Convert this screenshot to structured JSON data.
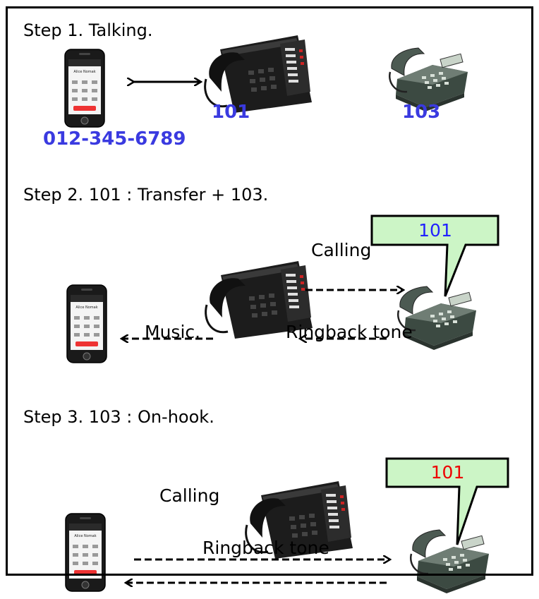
{
  "steps": {
    "step1": "Step 1. Talking.",
    "step2": "Step 2. 101 : Transfer  + 103.",
    "step3": "Step 3. 103 : On-hook."
  },
  "labels": {
    "ext_101": "101",
    "ext_103": "103",
    "outside_number": "012-345-6789",
    "calling_1": "Calling",
    "calling_2": "Calling",
    "music": "Music.",
    "ringback_1": "Ringback tone",
    "ringback_2": "Ringback tone"
  },
  "callouts": {
    "display_step2": "101",
    "display_step3": "101"
  },
  "colors": {
    "extension_text": "#3a3ae0",
    "callout_fill": "#ccf5c6",
    "callout_text_step2": "#2020ff",
    "callout_text_step3": "#ee0000"
  },
  "icons": [
    "smartphone-icon",
    "ip-desk-phone-icon",
    "analog-desk-phone-icon"
  ]
}
